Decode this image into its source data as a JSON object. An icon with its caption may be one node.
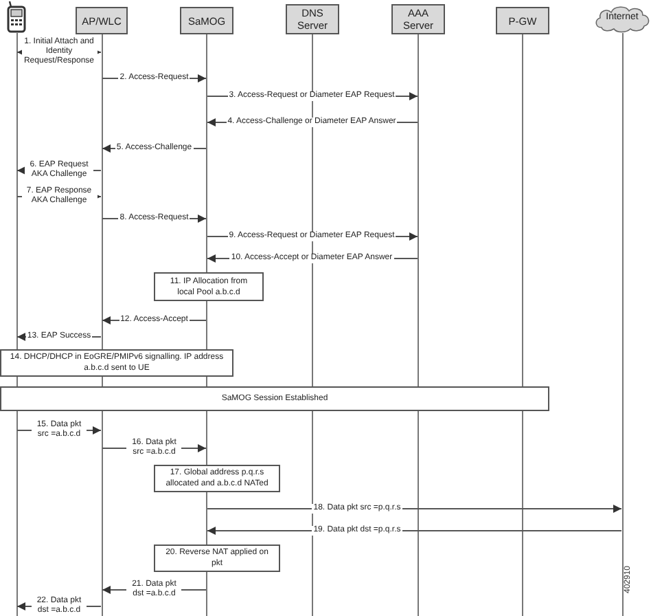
{
  "diagram": {
    "nodes": [
      {
        "text": [],
        "shape": "picture"
      },
      {
        "text": [
          "AP/WLC"
        ]
      },
      {
        "text": [
          "SaMOG"
        ]
      },
      {
        "text": [
          "DNS Server"
        ]
      },
      {
        "text": [
          "AAA Server"
        ]
      },
      {
        "text": [
          "P-GW"
        ]
      },
      {
        "text": [
          "Internet"
        ]
      },
      {
        "text": [],
        "shape": "bar"
      },
      {
        "text": [],
        "shape": "bar"
      },
      {
        "text": [],
        "shape": "bar"
      },
      {
        "text": [],
        "shape": "bar"
      },
      {
        "text": [],
        "shape": "bar"
      },
      {
        "text": [],
        "shape": "bar"
      },
      {
        "text": [],
        "shape": "bar"
      },
      {
        "text": [
          "11. IP Allocation from local Pool a.b.c.d"
        ]
      },
      {
        "text": [
          "14. DHCP/DHCP in EoGRE/PMIPv6 signalling. IP address a.b.c.d sent to UE"
        ]
      },
      {
        "text": [
          "SaMOG Session Established"
        ]
      },
      {
        "text": [
          "17. Global address p.q.r.s allocated and a.b.c.d NATed"
        ]
      },
      {
        "text": [
          "20. Reverse NAT applied on pkt"
        ]
      }
    ],
    "edges": [
      {
        "from": 7,
        "to": 8,
        "arrow": "both",
        "label": "1. Initial Attach and Identity Request/Response"
      },
      {
        "from": 8,
        "to": 9,
        "arrow": "to",
        "label": "2. Access-Request"
      },
      {
        "from": 9,
        "to": 11,
        "arrow": "to",
        "label": "3. Access-Request or Diameter EAP Request"
      },
      {
        "from": 11,
        "to": 9,
        "arrow": "to",
        "label": "4. Access-Challenge or Diameter EAP Answer"
      },
      {
        "from": 9,
        "to": 8,
        "arrow": "to",
        "label": "5. Access-Challenge"
      },
      {
        "from": 8,
        "to": 7,
        "arrow": "to",
        "label": "6. EAP Request AKA Challenge"
      },
      {
        "from": 7,
        "to": 8,
        "arrow": "to",
        "label": "7. EAP Response AKA Challenge"
      },
      {
        "from": 8,
        "to": 9,
        "arrow": "to",
        "label": "8. Access-Request"
      },
      {
        "from": 9,
        "to": 11,
        "arrow": "to",
        "label": "9. Access-Request or Diameter EAP Request"
      },
      {
        "from": 11,
        "to": 9,
        "arrow": "to",
        "label": "10. Access-Accept or Diameter EAP Answer"
      },
      {
        "from": 9,
        "to": 8,
        "arrow": "to",
        "label": "12. Access-Accept"
      },
      {
        "from": 8,
        "to": 7,
        "arrow": "to",
        "label": "13. EAP Success"
      },
      {
        "from": 7,
        "to": 8,
        "arrow": "to",
        "label": "15. Data pkt src =a.b.c.d"
      },
      {
        "from": 8,
        "to": 9,
        "arrow": "to",
        "label": "16. Data pkt src =a.b.c.d"
      },
      {
        "from": 9,
        "to": 13,
        "arrow": "to",
        "label": "18. Data pkt src =p.q.r.s"
      },
      {
        "from": 13,
        "to": 9,
        "arrow": "to",
        "label": "19. Data pkt dst =p.q.r.s"
      },
      {
        "from": 9,
        "to": 8,
        "arrow": "to",
        "label": "21. Data pkt dst =a.b.c.d"
      },
      {
        "from": 8,
        "to": 7,
        "arrow": "to",
        "label": "22. Data pkt dst =a.b.c.d"
      }
    ],
    "labels": [
      "402910"
    ]
  }
}
